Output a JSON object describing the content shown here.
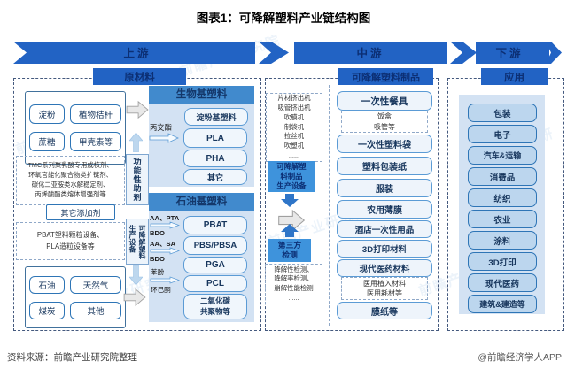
{
  "title": "图表1：可降解塑料产业链结构图",
  "banner": {
    "upstream": "上游",
    "midstream": "中游",
    "downstream": "下游"
  },
  "upstream": {
    "header": "原材料",
    "bio_feedstocks": [
      "淀粉",
      "植物秸秆",
      "蔗糖",
      "甲壳素等"
    ],
    "additives_note": "TMC系列聚乳酸专用成核剂、\n环氧官能化聚合物类扩链剂、\n碳化二亚胺类水解稳定剂、\n丙烯酸酯类熔体增强剂等",
    "functional_additives_label": "功能性助剂",
    "other_additives": "其它添加剂",
    "equipment_note": "PBAT塑料颗粒设备、\nPLA造粒设备等",
    "equipment_label": "可降解塑料\n生产设备",
    "fossil_feedstocks": [
      "石油",
      "天然气",
      "煤炭",
      "其他"
    ],
    "bio_panel": {
      "title": "生物基塑料",
      "precursor": "丙交酯",
      "items": [
        "淀粉基塑料",
        "PLA",
        "PHA",
        "其它"
      ]
    },
    "petro_panel": {
      "title": "石油基塑料",
      "input1a": "AA、PTA",
      "input1b": "BDO",
      "input2a": "AA、SA",
      "input2b": "BDO",
      "input3a": "苯酚",
      "input3b": "环己酮",
      "items": [
        "PBAT",
        "PBS/PBSA",
        "PGA",
        "PCL",
        "二氧化碳\n共聚物等"
      ]
    }
  },
  "midstream": {
    "header": "可降解塑料制品",
    "equipment_list": "片材挤出机\n吸管挤出机\n吹膜机\n制袋机\n拉丝机\n吹塑机\n......",
    "equipment_box": "可降解塑\n料制品\n生产设备",
    "third_party_box": "第三方\n检测",
    "testing_note": "降解性检测、\n降解率检测、\n崩解性能检测\n......",
    "products": [
      "一次性餐具",
      "一次性塑料袋",
      "塑料包装纸",
      "服装",
      "农用薄膜",
      "酒店一次性用品",
      "3D打印材料",
      "现代医药材料",
      "膜纸等"
    ],
    "tableware_sub": "饭盒\n吸管等",
    "medical_sub": "医用植入材料\n医用耗材等"
  },
  "downstream": {
    "header": "应用",
    "items": [
      "包装",
      "电子",
      "汽车&运输",
      "消费品",
      "纺织",
      "农业",
      "涂料",
      "3D打印",
      "现代医药",
      "建筑&建造等"
    ]
  },
  "footer": {
    "source": "资料来源：前瞻产业研究院整理",
    "credit": "@前瞻经济学人APP"
  },
  "watermark": "前瞻产业研究院",
  "colors": {
    "banner_blue": "#2263C4",
    "banner_text": "#0C2F74",
    "panel_title_blue": "#418ACD",
    "panel_bg": "#D3E2F3",
    "item_border": "#5B9BD5",
    "mid_blue_box": "#3E93DC",
    "app_item_fill": "#BCD6EE",
    "gray_arrow": "#E8E8E8",
    "light_arrow": "#BDD7EE",
    "solid_arrow": "#2E75C8"
  }
}
